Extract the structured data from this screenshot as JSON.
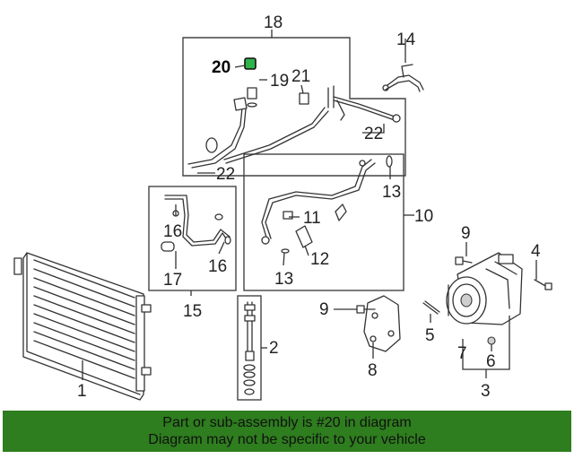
{
  "diagram": {
    "highlighted_part": "20",
    "highlight_color": "#2fb34a",
    "labels": {
      "p1": "1",
      "p2": "2",
      "p3": "3",
      "p4": "4",
      "p5": "5",
      "p6": "6",
      "p7": "7",
      "p8": "8",
      "p9a": "9",
      "p9b": "9",
      "p10": "10",
      "p11": "11",
      "p12": "12",
      "p13a": "13",
      "p13b": "13",
      "p14": "14",
      "p15": "15",
      "p16a": "16",
      "p16b": "16",
      "p17": "17",
      "p18": "18",
      "p19": "19",
      "p20": "20",
      "p21": "21",
      "p22a": "22",
      "p22b": "22"
    }
  },
  "banner": {
    "line1": "Part or sub-assembly is #20 in diagram",
    "line2": "Diagram may not be specific to your vehicle",
    "color": "#2e7d1e"
  }
}
